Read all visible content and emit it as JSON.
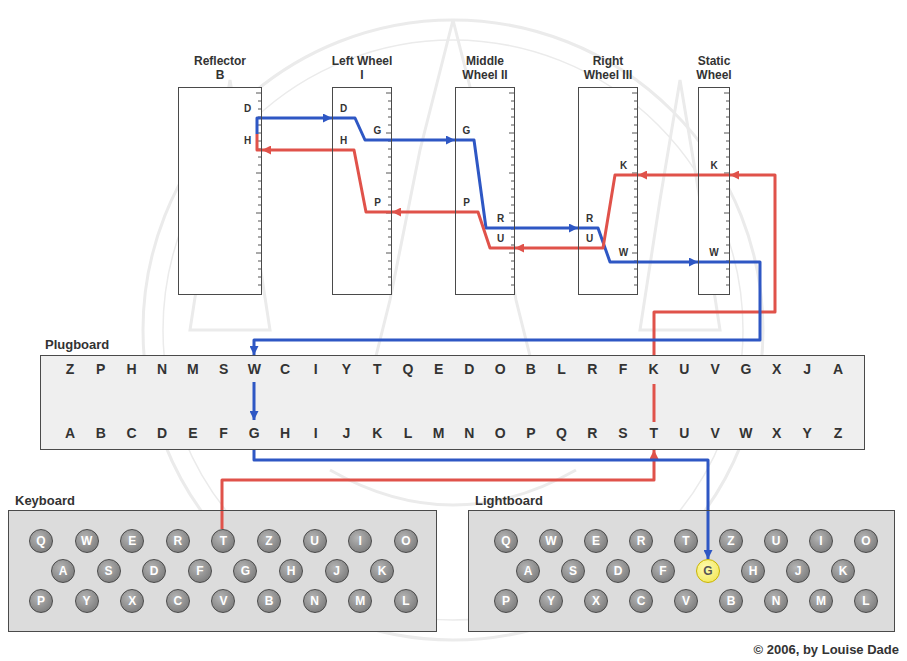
{
  "diagram": {
    "nodes": [
      {
        "text": [
          "Reflector B",
          "D",
          "H"
        ]
      },
      {
        "text": [
          "Left Wheel I",
          "D",
          "G",
          "H",
          "P"
        ]
      },
      {
        "text": [
          "Middle Wheel II",
          "G",
          "P",
          "R",
          "U"
        ]
      },
      {
        "text": [
          "Right Wheel III",
          "R",
          "U",
          "K",
          "W"
        ]
      },
      {
        "text": [
          "Static Wheel",
          "K",
          "W"
        ]
      },
      {
        "text": [
          "Plugboard",
          "Z",
          "P",
          "H",
          "N",
          "M",
          "S",
          "W",
          "C",
          "I",
          "Y",
          "T",
          "Q",
          "E",
          "D",
          "O",
          "B",
          "L",
          "R",
          "F",
          "K",
          "U",
          "V",
          "G",
          "X",
          "J",
          "A",
          "A",
          "B",
          "C",
          "D",
          "E",
          "F",
          "G",
          "H",
          "I",
          "J",
          "K",
          "L",
          "M",
          "N",
          "O",
          "P",
          "Q",
          "R",
          "S",
          "T",
          "U",
          "V",
          "W",
          "X",
          "Y",
          "Z"
        ]
      },
      {
        "text": [
          "Keyboard"
        ]
      },
      {
        "text": [
          "Q"
        ],
        "in": 6
      },
      {
        "text": [
          "W"
        ],
        "in": 6
      },
      {
        "text": [
          "E"
        ],
        "in": 6
      },
      {
        "text": [
          "R"
        ],
        "in": 6
      },
      {
        "text": [
          "T"
        ],
        "in": 6
      },
      {
        "text": [
          "Z"
        ],
        "in": 6
      },
      {
        "text": [
          "U"
        ],
        "in": 6
      },
      {
        "text": [
          "I"
        ],
        "in": 6
      },
      {
        "text": [
          "O"
        ],
        "in": 6
      },
      {
        "text": [
          "A"
        ],
        "in": 6
      },
      {
        "text": [
          "S"
        ],
        "in": 6
      },
      {
        "text": [
          "D"
        ],
        "in": 6
      },
      {
        "text": [
          "F"
        ],
        "in": 6
      },
      {
        "text": [
          "G"
        ],
        "in": 6
      },
      {
        "text": [
          "H"
        ],
        "in": 6
      },
      {
        "text": [
          "J"
        ],
        "in": 6
      },
      {
        "text": [
          "K"
        ],
        "in": 6
      },
      {
        "text": [
          "P"
        ],
        "in": 6
      },
      {
        "text": [
          "Y"
        ],
        "in": 6
      },
      {
        "text": [
          "X"
        ],
        "in": 6
      },
      {
        "text": [
          "C"
        ],
        "in": 6
      },
      {
        "text": [
          "V"
        ],
        "in": 6
      },
      {
        "text": [
          "B"
        ],
        "in": 6
      },
      {
        "text": [
          "N"
        ],
        "in": 6
      },
      {
        "text": [
          "M"
        ],
        "in": 6
      },
      {
        "text": [
          "L"
        ],
        "in": 6
      },
      {
        "text": [
          "Lightboard"
        ]
      },
      {
        "text": [
          "Q"
        ],
        "in": 33
      },
      {
        "text": [
          "W"
        ],
        "in": 33
      },
      {
        "text": [
          "E"
        ],
        "in": 33
      },
      {
        "text": [
          "R"
        ],
        "in": 33
      },
      {
        "text": [
          "T"
        ],
        "in": 33
      },
      {
        "text": [
          "Z"
        ],
        "in": 33
      },
      {
        "text": [
          "U"
        ],
        "in": 33
      },
      {
        "text": [
          "I"
        ],
        "in": 33
      },
      {
        "text": [
          "O"
        ],
        "in": 33
      },
      {
        "text": [
          "A"
        ],
        "in": 33
      },
      {
        "text": [
          "S"
        ],
        "in": 33
      },
      {
        "text": [
          "D"
        ],
        "in": 33
      },
      {
        "text": [
          "F"
        ],
        "in": 33
      },
      {
        "text": [
          "G"
        ],
        "in": 33
      },
      {
        "text": [
          "H"
        ],
        "in": 33
      },
      {
        "text": [
          "J"
        ],
        "in": 33
      },
      {
        "text": [
          "K"
        ],
        "in": 33
      },
      {
        "text": [
          "P"
        ],
        "in": 33
      },
      {
        "text": [
          "Y"
        ],
        "in": 33
      },
      {
        "text": [
          "X"
        ],
        "in": 33
      },
      {
        "text": [
          "C"
        ],
        "in": 33
      },
      {
        "text": [
          "V"
        ],
        "in": 33
      },
      {
        "text": [
          "B"
        ],
        "in": 33
      },
      {
        "text": [
          "N"
        ],
        "in": 33
      },
      {
        "text": [
          "M"
        ],
        "in": 33
      },
      {
        "text": [
          "L"
        ],
        "in": 33
      }
    ],
    "edges": [
      {
        "from": 11,
        "to": 5,
        "arrow": "to"
      },
      {
        "from": 5,
        "to": 4,
        "arrow": "to"
      },
      {
        "from": 4,
        "to": 3,
        "arrow": "to"
      },
      {
        "from": 3,
        "to": 2,
        "arrow": "to"
      },
      {
        "from": 2,
        "to": 1,
        "arrow": "to"
      },
      {
        "from": 1,
        "to": 0,
        "arrow": "to"
      },
      {
        "from": 0,
        "to": 1,
        "arrow": "to"
      },
      {
        "from": 1,
        "to": 2,
        "arrow": "to"
      },
      {
        "from": 2,
        "to": 3,
        "arrow": "to"
      },
      {
        "from": 3,
        "to": 4,
        "arrow": "to"
      },
      {
        "from": 4,
        "to": 5,
        "arrow": "to"
      },
      {
        "from": 5,
        "to": 47,
        "arrow": "to"
      }
    ],
    "labels": [
      "© 2006, by Louise Dade"
    ]
  }
}
